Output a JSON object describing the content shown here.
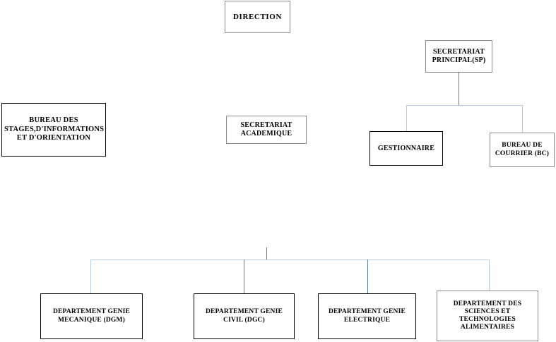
{
  "document": {
    "title": "Organigramme",
    "type": "organizational-chart",
    "background_color": "#ffffff",
    "connector_color": "#b4cde4",
    "connector_accent_color": "#5a7fa6",
    "box_border_color": "#000000",
    "box_border_color_alt": "#8c8c8c",
    "text_color": "#000000"
  },
  "nodes": {
    "direction": {
      "label": "DIRECTION",
      "line1": "DIRECTION"
    },
    "secretariat_principal": {
      "label": "SECRETARIAT\nPRINCIPAL(SP)",
      "line1": "SECRETARIAT",
      "line2": "PRINCIPAL(SP)"
    },
    "bureau_stages": {
      "label": "BUREAU DES\nSTAGES,D'INFORMATIONS\nET D'ORIENTATION",
      "line1": "BUREAU DES",
      "line2": "STAGES,D'INFORMATIONS",
      "line3": "ET D'ORIENTATION"
    },
    "secretariat_academique": {
      "label": "SECRETARIAT\nACADEMIQUE",
      "line1": "SECRETARIAT",
      "line2": "ACADEMIQUE"
    },
    "gestionnaire": {
      "label": "GESTIONNAIRE",
      "line1": "GESTIONNAIRE"
    },
    "bureau_courrier": {
      "label": "BUREAU DE\nCOURRIER (BC)",
      "line1": "BUREAU DE",
      "line2": "COURRIER (BC)"
    },
    "dgm": {
      "label": "DEPARTEMENT GENIE\nMECANIQUE (DGM)",
      "line1": "DEPARTEMENT GENIE",
      "line2": "MECANIQUE (DGM)"
    },
    "dgc": {
      "label": "DEPARTEMENT GENIE\nCIVIL (DGC)",
      "line1": "DEPARTEMENT GENIE",
      "line2": "CIVIL (DGC)"
    },
    "dge": {
      "label": "DEPARTEMENT GENIE\nELECTRIQUE",
      "line1": "DEPARTEMENT GENIE",
      "line2": "ELECTRIQUE"
    },
    "dsta": {
      "label": "DEPARTEMENT DES\nSCIENCES ET\nTECHNOLOGIES\nALIMENTAIRES",
      "line1": "DEPARTEMENT DES",
      "line2": "SCIENCES ET",
      "line3": "TECHNOLOGIES",
      "line4": "ALIMENTAIRES"
    }
  },
  "chart_data": {
    "type": "diagram",
    "title": "Organigramme",
    "hierarchy": [
      {
        "id": "secretariat_principal",
        "label": "SECRETARIAT PRINCIPAL(SP)",
        "children": [
          {
            "id": "gestionnaire",
            "label": "GESTIONNAIRE",
            "children": []
          },
          {
            "id": "bureau_courrier",
            "label": "BUREAU DE COURRIER (BC)",
            "children": []
          }
        ]
      },
      {
        "id": "departements-group",
        "label": "",
        "children": [
          {
            "id": "dgm",
            "label": "DEPARTEMENT GENIE MECANIQUE (DGM)",
            "children": []
          },
          {
            "id": "dgc",
            "label": "DEPARTEMENT GENIE CIVIL (DGC)",
            "children": []
          },
          {
            "id": "dge",
            "label": "DEPARTEMENT GENIE ELECTRIQUE",
            "children": []
          },
          {
            "id": "dsta",
            "label": "DEPARTEMENT DES SCIENCES ET TECHNOLOGIES ALIMENTAIRES",
            "children": []
          }
        ]
      }
    ],
    "unconnected_nodes": [
      {
        "id": "direction",
        "label": "DIRECTION"
      },
      {
        "id": "bureau_stages",
        "label": "BUREAU DES STAGES,D'INFORMATIONS ET D'ORIENTATION"
      },
      {
        "id": "secretariat_academique",
        "label": "SECRETARIAT ACADEMIQUE"
      }
    ]
  }
}
